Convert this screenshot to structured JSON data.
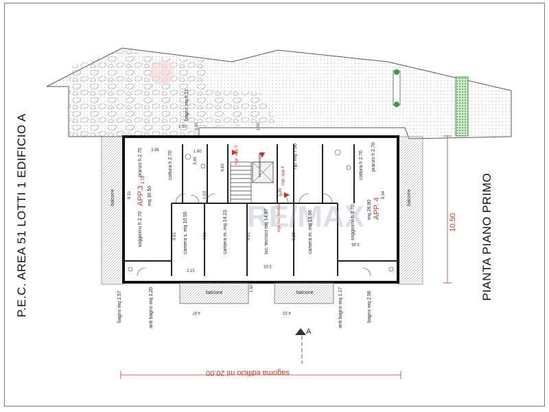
{
  "drawing": {
    "title_left": "P.E.C. AREA 51 LOTTI 1 EDIFICIO A",
    "title_right": "PIANTA PIANO PRIMO",
    "dim_height": "10.50",
    "dim_width": "sagoma edificio ml 20.00",
    "section_mark": "A"
  },
  "rooms": [
    {
      "id": "app3",
      "label": "APP.3",
      "sub": "mq 30.50",
      "color": "#c0392b"
    },
    {
      "id": "app4",
      "label": "APP. 4",
      "sub": "mq 26.90",
      "color": "#c0392b"
    },
    {
      "id": "soggiorno3",
      "label": "soggiorno",
      "sub": "h 2.70"
    },
    {
      "id": "pranzo3",
      "label": "pranzo",
      "sub": "h 2.70"
    },
    {
      "id": "cottura3",
      "label": "cottura",
      "sub": "h 2.70"
    },
    {
      "id": "camera-s",
      "label": "camera s.",
      "sub": "mq 10.55"
    },
    {
      "id": "camera-m1",
      "label": "camera m.",
      "sub": "mq 14.23"
    },
    {
      "id": "loc-tecnico",
      "label": "loc. tecnico",
      "sub": "mq 14.97"
    },
    {
      "id": "camera-m2",
      "label": "camera m.",
      "sub": "mq 15.66"
    },
    {
      "id": "soggiorno4",
      "label": "soggiorno",
      "sub": "h 2.70"
    },
    {
      "id": "pranzo4",
      "label": "pranzo",
      "sub": "h 2.70"
    },
    {
      "id": "cottura4",
      "label": "cottura",
      "sub": "h 2.70"
    },
    {
      "id": "rip3",
      "label": "rip.",
      "sub": "mq 7.50"
    },
    {
      "id": "bagno-top",
      "label": "bagno",
      "sub": "mq 8.21"
    },
    {
      "id": "bagno-bl",
      "label": "bagno",
      "sub": "mq 2.57"
    },
    {
      "id": "antibagno-bl",
      "label": "anti bagno",
      "sub": "mq 1.20"
    },
    {
      "id": "bagno-br",
      "label": "bagno",
      "sub": "mq 2.56"
    },
    {
      "id": "antibagno-br",
      "label": "anti bagno",
      "sub": "mq 1.17"
    },
    {
      "id": "balcone-l",
      "label": "balcone",
      "sub": ""
    },
    {
      "id": "balcone-r",
      "label": "balcone",
      "sub": ""
    },
    {
      "id": "balcone-b1",
      "label": "balcone",
      "sub": ""
    },
    {
      "id": "balcone-b2",
      "label": "balcone",
      "sub": ""
    },
    {
      "id": "balcone-b3",
      "label": "balcone",
      "sub": ""
    }
  ],
  "dimensions": [
    "3.96",
    "8.31",
    "4.91",
    "4.91",
    "4.91",
    "5.22",
    "8.34",
    "3.96",
    "3.05",
    "2.15",
    "1.80",
    "3.45",
    "4.63",
    "1.03",
    "1.00",
    "1.50",
    "0.90",
    "1.20",
    "2.70",
    "4.87",
    "4.33",
    "1.50"
  ],
  "entrances": [
    {
      "id": "ingr-app3",
      "text": "ingr. app.3"
    },
    {
      "id": "ingr-app4",
      "text": "ingr. app.4"
    },
    {
      "id": "ingr-loc",
      "text": "ingr. loc. tecnico"
    }
  ],
  "watermark": "RE/MAX",
  "elevator": "vano ascensore"
}
